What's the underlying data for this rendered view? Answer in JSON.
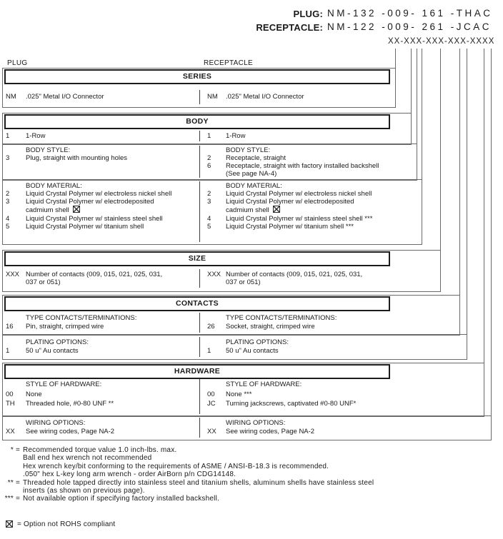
{
  "part_numbers": {
    "plug_label": "PLUG:",
    "plug_value": "NM-132 -009- 161 -THAC",
    "receptacle_label": "RECEPTACLE:",
    "receptacle_value": "NM-122 -009- 261 -JCAC",
    "pattern": "XX-XXX-XXX-XXX-XXXX"
  },
  "column_headers": {
    "left": "PLUG",
    "right": "RECEPTACLE"
  },
  "series": {
    "title": "SERIES",
    "left": {
      "code": "NM",
      "desc": ".025\" Metal I/O Connector"
    },
    "right": {
      "code": "NM",
      "desc": ".025\" Metal I/O Connector"
    }
  },
  "body": {
    "title": "BODY",
    "row": {
      "left": {
        "code": "1",
        "desc": "1-Row"
      },
      "right": {
        "code": "1",
        "desc": "1-Row"
      }
    },
    "style": {
      "label": "BODY STYLE:",
      "left": [
        {
          "code": "3",
          "desc": "Plug, straight with mounting holes"
        }
      ],
      "right": [
        {
          "code": "2",
          "desc": "Receptacle, straight"
        },
        {
          "code": "6",
          "desc": "Receptacle, straight with factory installed backshell"
        },
        {
          "code": "",
          "desc": "(See page NA-4)"
        }
      ]
    },
    "material": {
      "label": "BODY MATERIAL:",
      "left": [
        {
          "code": "2",
          "desc": "Liquid Crystal Polymer w/ electroless nickel shell"
        },
        {
          "code": "3",
          "desc": "Liquid Crystal Polymer w/ electrodeposited"
        },
        {
          "code": "",
          "desc": "cadmium shell"
        },
        {
          "code": "4",
          "desc": "Liquid Crystal Polymer w/ stainless steel shell"
        },
        {
          "code": "5",
          "desc": "Liquid Crystal Polymer w/ titanium shell"
        }
      ],
      "right": [
        {
          "code": "2",
          "desc": "Liquid Crystal Polymer w/ electroless nickel shell"
        },
        {
          "code": "3",
          "desc": "Liquid Crystal Polymer w/ electrodeposited"
        },
        {
          "code": "",
          "desc": "cadmium shell"
        },
        {
          "code": "4",
          "desc": "Liquid Crystal Polymer w/ stainless steel shell ***"
        },
        {
          "code": "5",
          "desc": "Liquid Crystal Polymer w/ titanium shell ***"
        }
      ]
    }
  },
  "size": {
    "title": "SIZE",
    "left": {
      "code": "XXX",
      "desc": "Number of contacts (009, 015, 021, 025, 031,",
      "desc2": "037 or 051)"
    },
    "right": {
      "code": "XXX",
      "desc": "Number of contacts (009, 015, 021, 025, 031,",
      "desc2": "037 or 051)"
    }
  },
  "contacts": {
    "title": "CONTACTS",
    "type": {
      "label": "TYPE CONTACTS/TERMINATIONS:",
      "left": {
        "code": "16",
        "desc": "Pin, straight, crimped wire"
      },
      "right": {
        "code": "26",
        "desc": "Socket, straight, crimped wire"
      }
    },
    "plating": {
      "label": "PLATING OPTIONS:",
      "left": {
        "code": "1",
        "desc": "50 u\" Au contacts"
      },
      "right": {
        "code": "1",
        "desc": "50 u\" Au contacts"
      }
    }
  },
  "hardware": {
    "title": "HARDWARE",
    "style": {
      "label": "STYLE OF HARDWARE:",
      "left": [
        {
          "code": "00",
          "desc": "None"
        },
        {
          "code": "TH",
          "desc": "Threaded hole, #0-80 UNF  **"
        }
      ],
      "right": [
        {
          "code": "00",
          "desc": "None  ***"
        },
        {
          "code": "JC",
          "desc": "Turning jackscrews, captivated #0-80 UNF*"
        }
      ]
    },
    "wiring": {
      "label": "WIRING OPTIONS:",
      "left": {
        "code": "XX",
        "desc": "See wiring codes, Page NA-2"
      },
      "right": {
        "code": "XX",
        "desc": "See wiring codes, Page NA-2"
      }
    }
  },
  "footnotes": [
    {
      "marker": "* =",
      "text": "Recommended torque value 1.0 inch-lbs. max."
    },
    {
      "marker": "",
      "text": "Ball end hex wrench not recommended"
    },
    {
      "marker": "",
      "text": "Hex wrench key/bit conforming to the requirements of ASME / ANSI-B-18.3 is recommended."
    },
    {
      "marker": "",
      "text": ".050\" hex L-key long arm wrench - order AirBorn p/n CDG14148."
    },
    {
      "marker": "** =",
      "text": "Threaded hole tapped directly into stainless steel and titanium shells, aluminum shells have stainless steel"
    },
    {
      "marker": "",
      "text": "inserts (as shown on previous page)."
    },
    {
      "marker": "*** =",
      "text": "Not available option if specifying factory installed backshell."
    }
  ],
  "rohs_note": "= Option not ROHS compliant"
}
